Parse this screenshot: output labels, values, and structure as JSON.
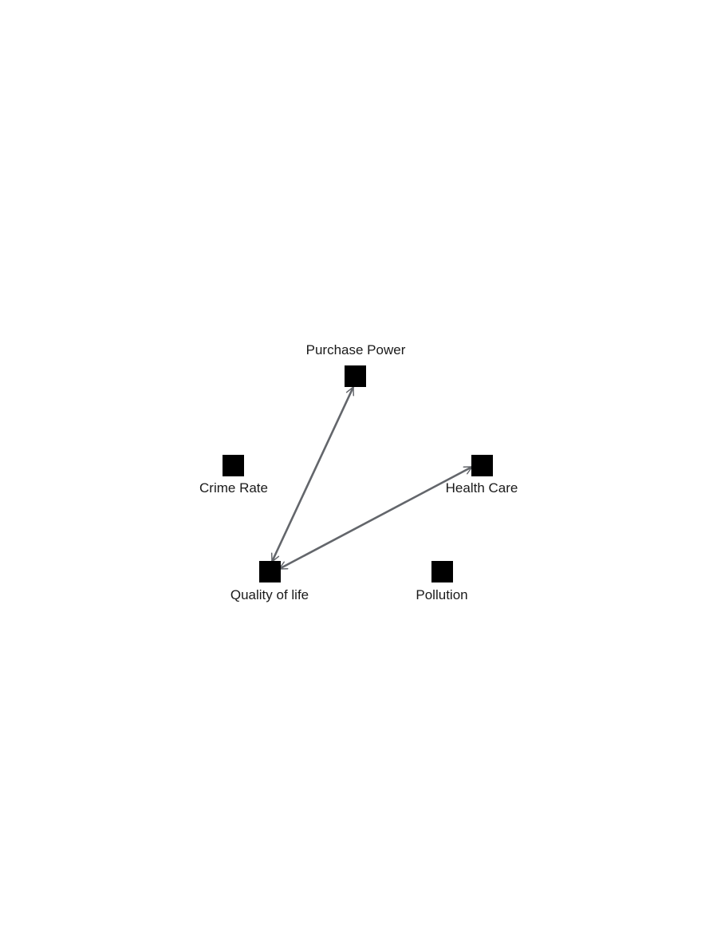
{
  "nodes": {
    "purchase_power": {
      "label": "Purchase Power"
    },
    "crime_rate": {
      "label": "Crime Rate"
    },
    "health_care": {
      "label": "Health Care"
    },
    "quality_of_life": {
      "label": "Quality of life"
    },
    "pollution": {
      "label": "Pollution"
    }
  },
  "edges": [
    {
      "from": "quality_of_life",
      "to": "purchase_power",
      "direction": "both"
    },
    {
      "from": "quality_of_life",
      "to": "health_care",
      "direction": "both"
    }
  ],
  "colors": {
    "node": "#000000",
    "edge": "#63666b",
    "label": "#1a1a1a",
    "background": "#ffffff"
  }
}
